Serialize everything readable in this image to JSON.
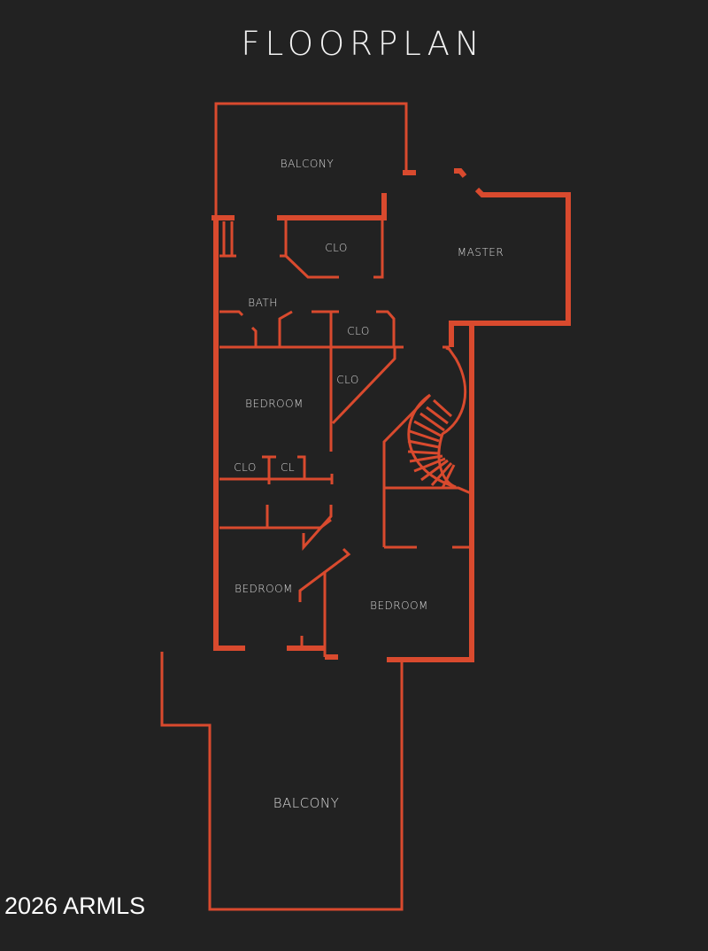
{
  "page": {
    "title": "FLOORPLAN",
    "watermark": "2026 ARMLS"
  },
  "colors": {
    "background": "#222222",
    "wall": "#d94a2e",
    "label": "#d8d8d8"
  },
  "rooms": [
    {
      "id": "balcony-top",
      "label": "BALCONY"
    },
    {
      "id": "clo-1",
      "label": "CLO"
    },
    {
      "id": "master",
      "label": "MASTER"
    },
    {
      "id": "bath",
      "label": "BATH"
    },
    {
      "id": "clo-2",
      "label": "CLO"
    },
    {
      "id": "clo-3",
      "label": "CLO"
    },
    {
      "id": "bedroom-1",
      "label": "BEDROOM"
    },
    {
      "id": "clo-4",
      "label": "CLO"
    },
    {
      "id": "cl",
      "label": "CL"
    },
    {
      "id": "bedroom-2",
      "label": "BEDROOM"
    },
    {
      "id": "bedroom-3",
      "label": "BEDROOM"
    },
    {
      "id": "balcony-bottom",
      "label": "BALCONY"
    }
  ]
}
